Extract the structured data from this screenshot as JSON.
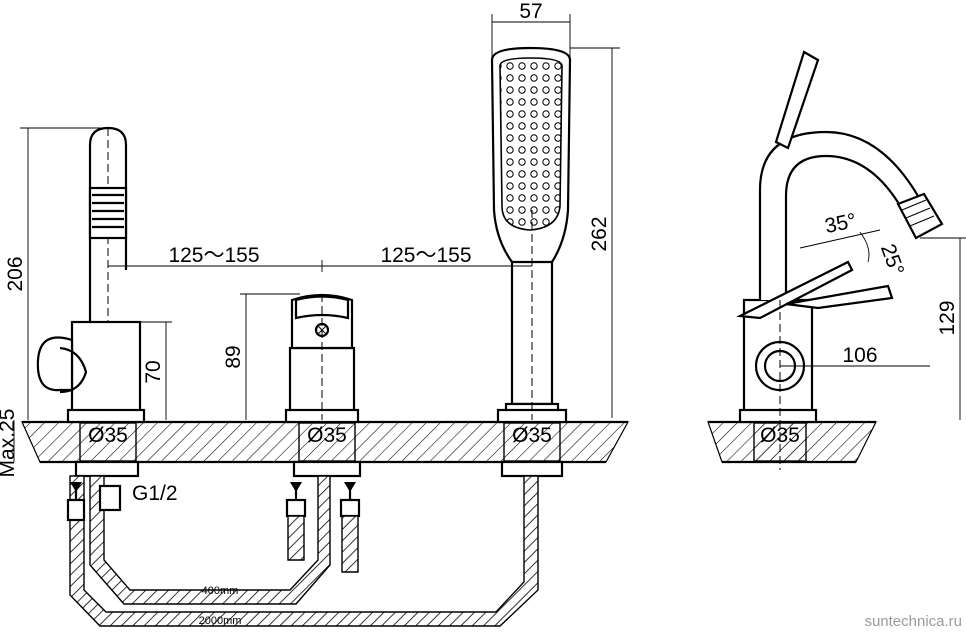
{
  "dimensions": {
    "spout_width": "57",
    "spout_height": "206",
    "spacing_left": "125～155",
    "spacing_right": "125～155",
    "hand_shower_height": "262",
    "mixer_height": "89",
    "base_height": "70",
    "deck_thickness": "Max.25",
    "hole_diameter": "Ø35",
    "thread": "G1/2",
    "hose_short": "400mm",
    "hose_long": "2000mm",
    "side_reach": "106",
    "side_height": "129",
    "angle_1": "35°",
    "angle_2": "25°"
  },
  "watermark": "suntechnica.ru"
}
